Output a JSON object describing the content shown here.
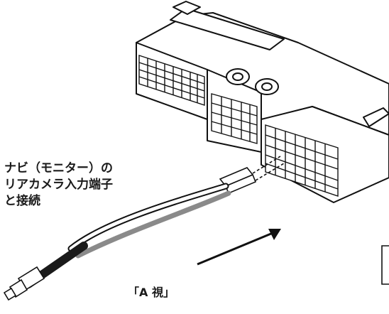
{
  "callout": {
    "line1": "ナビ（モニター）の",
    "line2": "リアカメラ入力端子",
    "line3": "と接続"
  },
  "view_label": "「A 視」",
  "colors": {
    "line": "#111111",
    "fill": "#ffffff",
    "cable": "#1a1a1a",
    "cable_grey": "#8a8a8a"
  }
}
